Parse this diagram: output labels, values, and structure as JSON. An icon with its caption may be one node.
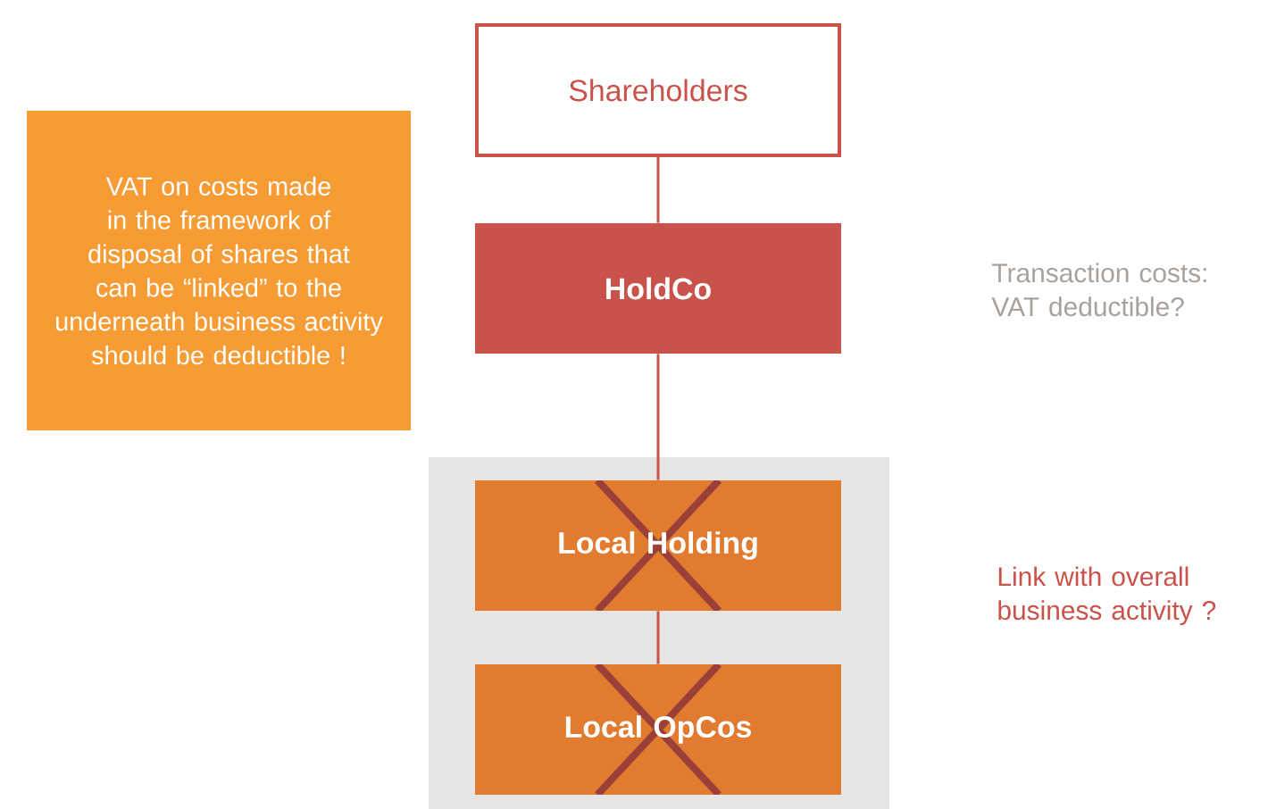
{
  "diagram": {
    "nodes": [
      {
        "text": [
          "VAT on costs made in the framework of disposal of shares that can be “linked” to the underneath business activity should be deductible !"
        ]
      },
      {
        "text": [
          "Shareholders"
        ]
      },
      {
        "text": [
          "HoldCo"
        ]
      },
      {
        "text": [],
        "shape": "box"
      },
      {
        "text": [
          "Local Holding"
        ],
        "in": 3
      },
      {
        "text": [
          "Local OpCos"
        ],
        "in": 3
      }
    ],
    "edges": [
      {
        "from": 1,
        "to": 2,
        "arrow": "none"
      },
      {
        "from": 2,
        "to": 4,
        "arrow": "none"
      },
      {
        "from": 4,
        "to": 5,
        "arrow": "none"
      }
    ],
    "labels": [
      "Transaction costs: VAT deductible?",
      "Link with overall business activity ?"
    ]
  }
}
